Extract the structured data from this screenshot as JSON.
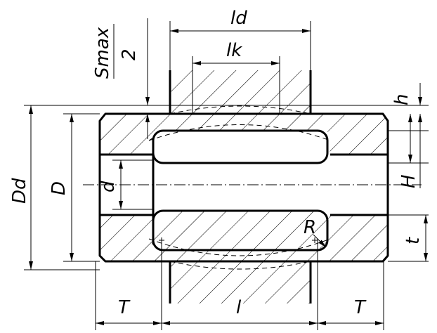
{
  "labels": {
    "ld": "ld",
    "lk": "lk",
    "s_max": "Smax",
    "s_max_divisor": "2",
    "h": "h",
    "H": "H",
    "t": "t",
    "R": "R",
    "Dd": "Dd",
    "D": "D",
    "d": "d",
    "T_left": "T",
    "l": "l",
    "T_right": "T"
  }
}
